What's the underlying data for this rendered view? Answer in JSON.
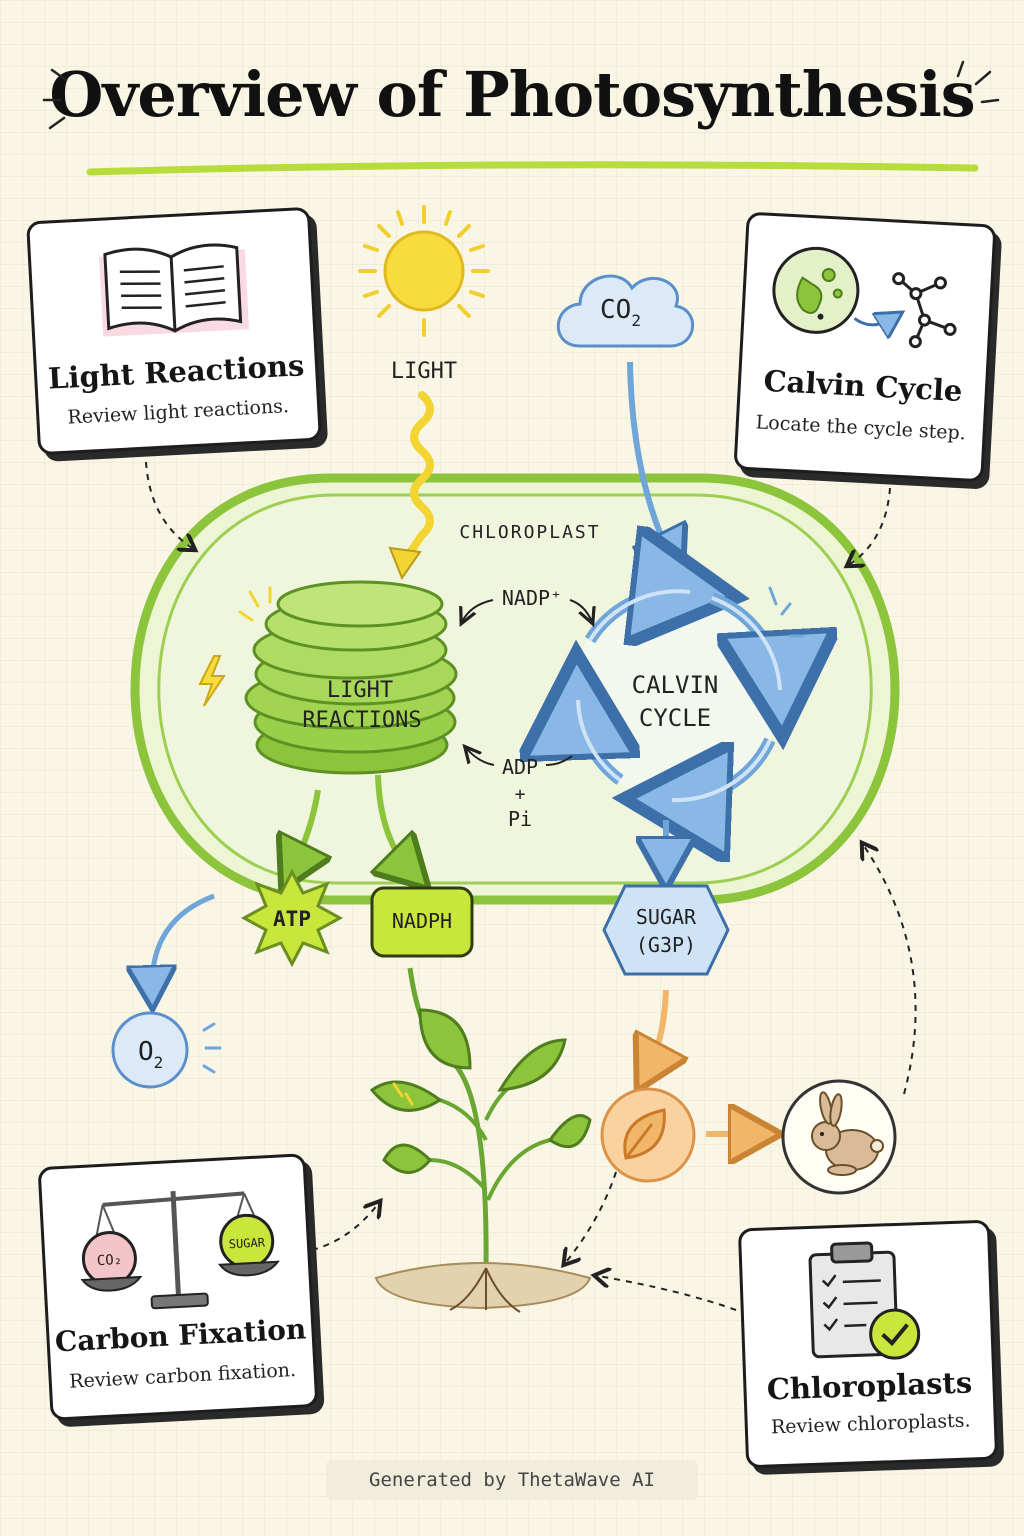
{
  "title": "Overview of Photosynthesis",
  "cards": {
    "light_reactions": {
      "title": "Light Reactions",
      "subtitle": "Review light reactions."
    },
    "calvin_cycle": {
      "title": "Calvin Cycle",
      "subtitle": "Locate the cycle step."
    },
    "carbon_fixation": {
      "title": "Carbon Fixation",
      "subtitle": "Review carbon fixation."
    },
    "chloroplasts": {
      "title": "Chloroplasts",
      "subtitle": "Review chloroplasts."
    }
  },
  "diagram": {
    "light": "LIGHT",
    "co2": "CO",
    "co2_sub": "2",
    "chloroplast": "CHLOROPLAST",
    "light_reactions_line1": "LIGHT",
    "light_reactions_line2": "REACTIONS",
    "calvin_line1": "CALVIN",
    "calvin_line2": "CYCLE",
    "nadp_plus": "NADP⁺",
    "adp": "ADP",
    "plus": "+",
    "pi": "Pi",
    "atp": "ATP",
    "nadph": "NADPH",
    "sugar_line1": "SUGAR",
    "sugar_line2": "(G3P)",
    "o2": "O",
    "o2_sub": "2",
    "scale_left": "CO₂",
    "scale_right": "SUGAR"
  },
  "colors": {
    "green": "#8cc43c",
    "lime": "#c8e63c",
    "blue": "#6fa5d8",
    "light_blue": "#dceaf8",
    "yellow": "#f7dc3c",
    "orange": "#f2b66a",
    "pink": "#f3c4c8"
  },
  "icons": [
    "open-book-icon",
    "sun-icon",
    "cloud-icon",
    "cell-molecule-icon",
    "lightning-icon",
    "sprout-icon",
    "leaf-icon",
    "rabbit-icon",
    "balance-scale-icon",
    "clipboard-check-icon"
  ],
  "footer": "Generated by ThetaWave AI"
}
